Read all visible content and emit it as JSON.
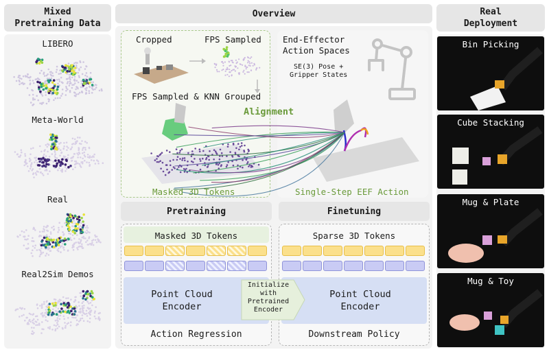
{
  "headers": {
    "left_line1": "Mixed",
    "left_line2": "Pretraining Data",
    "overview": "Overview",
    "right_line1": "Real",
    "right_line2": "Deployment"
  },
  "datasets": [
    "LIBERO",
    "Meta-World",
    "Real",
    "Real2Sim Demos"
  ],
  "overview": {
    "cropped": "Cropped",
    "fps_sampled": "FPS Sampled",
    "fps_knn": "FPS Sampled & KNN Grouped",
    "eef_line1": "End-Effector",
    "eef_line2": "Action Spaces",
    "se3_line1": "SE(3) Pose +",
    "se3_line2": "Gripper States",
    "alignment": "Alignment",
    "masked_tokens": "Masked 3D Tokens",
    "single_step": "Single-Step EEF Action"
  },
  "pretraining": {
    "title": "Pretraining",
    "tokens_label": "Masked 3D Tokens",
    "encoder_line1": "Point Cloud",
    "encoder_line2": "Encoder",
    "footer": "Action Regression"
  },
  "finetuning": {
    "title": "Finetuning",
    "tokens_label": "Sparse 3D Tokens",
    "encoder_line1": "Point Cloud",
    "encoder_line2": "Encoder",
    "footer": "Downstream Policy"
  },
  "init_arrow": {
    "line1": "Initialize",
    "line2": "with",
    "line3": "Pretrained",
    "line4": "Encoder"
  },
  "deployment": [
    "Bin Picking",
    "Cube Stacking",
    "Mug & Plate",
    "Mug & Toy"
  ],
  "colors": {
    "alignment": "#6a9a3a",
    "masked_label": "#6a9a3a",
    "token_yellow": "#fbe08c",
    "token_blue": "#c9cbf4",
    "encoder_bg": "#d6dff4",
    "header_bg": "#e6e6e6"
  }
}
